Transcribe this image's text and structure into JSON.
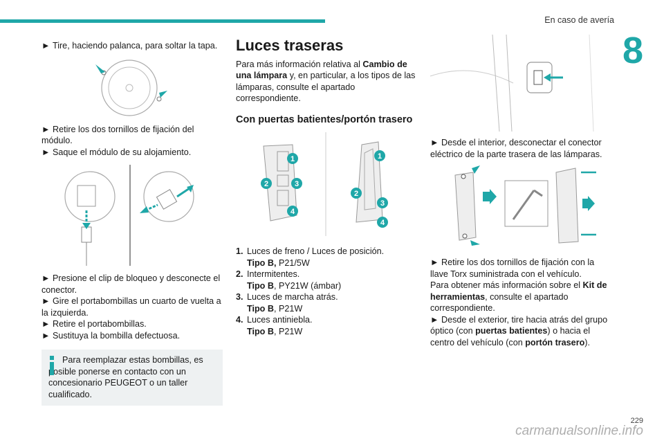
{
  "header": {
    "section_title": "En caso de avería",
    "chapter_number": "8"
  },
  "col1": {
    "step1": "Tire, haciendo palanca, para soltar la tapa.",
    "step2": "Retire los dos tornillos de fijación del módulo.",
    "step3": "Saque el módulo de su alojamiento.",
    "step4": "Presione el clip de bloqueo y desconecte el conector.",
    "step5": "Gire el portabombillas un cuarto de vuelta a la izquierda.",
    "step6": "Retire el portabombillas.",
    "step7": "Sustituya la bombilla defectuosa.",
    "info_text": "Para reemplazar estas bombillas, es posible ponerse en contacto con un concesionario PEUGEOT o un taller cualificado."
  },
  "col2": {
    "title": "Luces traseras",
    "intro_a": "Para más información relativa al ",
    "intro_b": "Cambio de una lámpara",
    "intro_c": " y, en particular, a los tipos de las lámparas, consulte el apartado correspondiente.",
    "subtitle": "Con puertas batientes/portón trasero",
    "callouts": [
      "1",
      "2",
      "3",
      "4"
    ],
    "legend": [
      {
        "num": "1.",
        "name": "Luces de freno / Luces de posición.",
        "type_label": "Tipo B,",
        "type_value": " P21/5W"
      },
      {
        "num": "2.",
        "name": "Intermitentes.",
        "type_label": "Tipo B",
        "type_value": ", PY21W (ámbar)"
      },
      {
        "num": "3.",
        "name": "Luces de marcha atrás.",
        "type_label": "Tipo B",
        "type_value": ", P21W"
      },
      {
        "num": "4.",
        "name": "Luces antiniebla.",
        "type_label": "Tipo B",
        "type_value": ", P21W"
      }
    ]
  },
  "col3": {
    "step1": "Desde el interior, desconectar el conector eléctrico de la parte trasera de las lámparas.",
    "step2": "Retire los dos tornillos de fijación con la llave Torx suministrada con el vehículo.",
    "more_a": "Para obtener más información sobre el ",
    "more_b": "Kit de herramientas",
    "more_c": ", consulte el apartado correspondiente.",
    "step3_a": "Desde el exterior, tire hacia atrás del grupo óptico (con ",
    "step3_b": "puertas batientes",
    "step3_c": ") o hacia el centro del vehículo (con ",
    "step3_d": "portón trasero",
    "step3_e": ")."
  },
  "footer": {
    "page_number": "229",
    "watermark": "carmanualsonline.info"
  },
  "colors": {
    "accent": "#1fa7a8",
    "info_bg": "#eef1f2"
  }
}
